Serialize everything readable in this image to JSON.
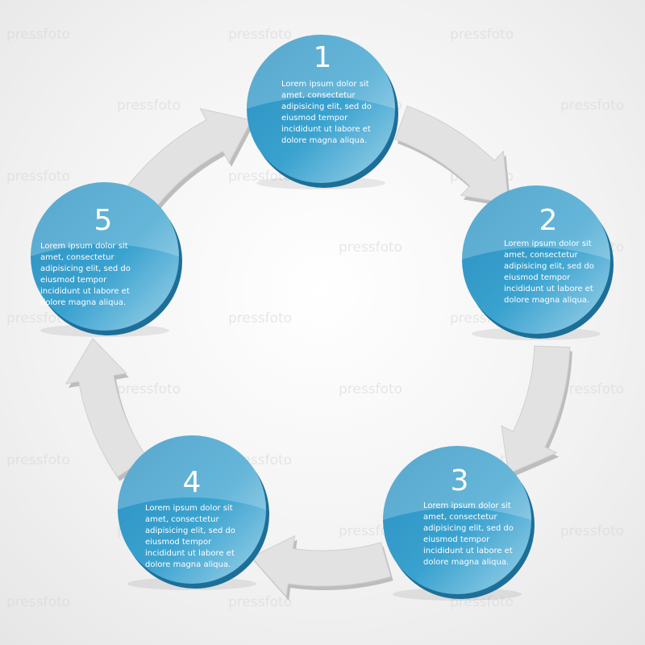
{
  "watermark": "pressfoto",
  "colors": {
    "circle": "#2e96c4",
    "circle_light": "#8cc9e3",
    "circle_edge": "#1d6f98",
    "arrow": "#e2e2e2",
    "arrow_shade": "#bdbdbd"
  },
  "steps": [
    {
      "number": "1",
      "lines": [
        "Lorem ipsum dolor sit",
        "amet, consectetur",
        "adipisicing elit, sed do",
        "eiusmod tempor",
        "incididunt ut labore et",
        "dolore magna aliqua."
      ]
    },
    {
      "number": "2",
      "lines": [
        "Lorem ipsum dolor sit",
        "amet, consectetur",
        "adipisicing elit, sed do",
        "eiusmod tempor",
        "incididunt ut labore et",
        "dolore magna aliqua."
      ]
    },
    {
      "number": "3",
      "lines": [
        "Lorem ipsum dolor sit",
        "amet, consectetur",
        "adipisicing elit, sed do",
        "eiusmod tempor",
        "incididunt ut labore et",
        "dolore magna aliqua."
      ]
    },
    {
      "number": "4",
      "lines": [
        "Lorem ipsum dolor sit",
        "amet, consectetur",
        "adipisicing elit, sed do",
        "eiusmod tempor",
        "incididunt ut labore et",
        "dolore magna aliqua."
      ]
    },
    {
      "number": "5",
      "lines": [
        "Lorem ipsum dolor sit",
        "amet, consectetur",
        "adipisicing elit, sed do",
        "eiusmod tempor",
        "incididunt ut labore et",
        "dolore magna aliqua."
      ]
    }
  ]
}
